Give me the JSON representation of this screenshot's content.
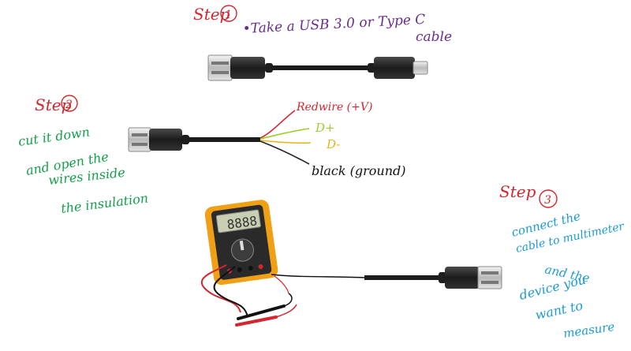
{
  "colors": {
    "red": "#d4262e",
    "purple": "#6a2c8e",
    "green": "#12a04a",
    "blue": "#1a9bd7",
    "black": "#111111",
    "yellow": "#e5b612",
    "lime": "#9bcf2a",
    "meter_orange": "#f0a015",
    "lcd": "#c9cfb2"
  },
  "step1": {
    "heading": "Step",
    "number": "1",
    "note_line1": "•Take a USB 3.0 or Type C",
    "note_line2": "cable"
  },
  "step2": {
    "heading": "Step",
    "number": "2",
    "note_line1": "cut it down",
    "note_line2": "and open the",
    "note_line3": "wires inside",
    "note_line4": "the insulation",
    "wire_red": "Redwire (+V)",
    "wire_green": "D+",
    "wire_yellow": "D-",
    "wire_black": "black (ground)"
  },
  "step3": {
    "heading": "Step",
    "number": "3",
    "note_line1": "connect the",
    "note_line2": "cable to multimeter",
    "note_line3": "and the",
    "note_line4": "device you",
    "note_line5": "want to",
    "note_line6": "measure"
  },
  "multimeter": {
    "display": "8888"
  }
}
